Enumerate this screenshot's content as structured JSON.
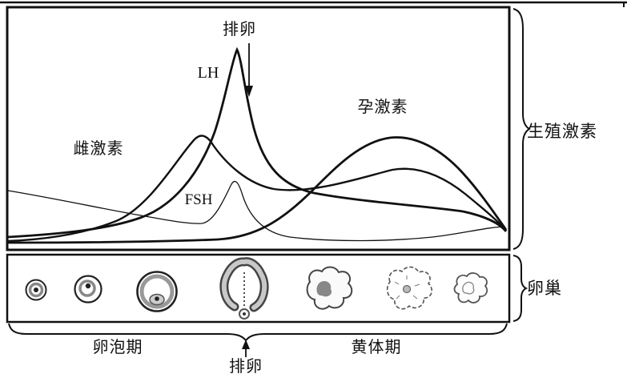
{
  "labels": {
    "ovulation_top": "排卵",
    "lh": "LH",
    "estrogen": "雌激素",
    "progesterone": "孕激素",
    "fsh": "FSH",
    "hormones_axis": "生殖激素",
    "ovary": "卵巢",
    "follicular_phase": "卵泡期",
    "ovulation_bottom": "排卵",
    "luteal_phase": "黄体期"
  },
  "curves": [
    "LH",
    "FSH",
    "雌激素",
    "孕激素"
  ],
  "stages": [
    "primordial-follicle",
    "primary-follicle",
    "mature-follicle",
    "ovulating-follicle",
    "early-corpus-luteum",
    "corpus-luteum",
    "corpus-albicans"
  ],
  "colors": {
    "ink": "#111111",
    "gray": "#888888"
  }
}
